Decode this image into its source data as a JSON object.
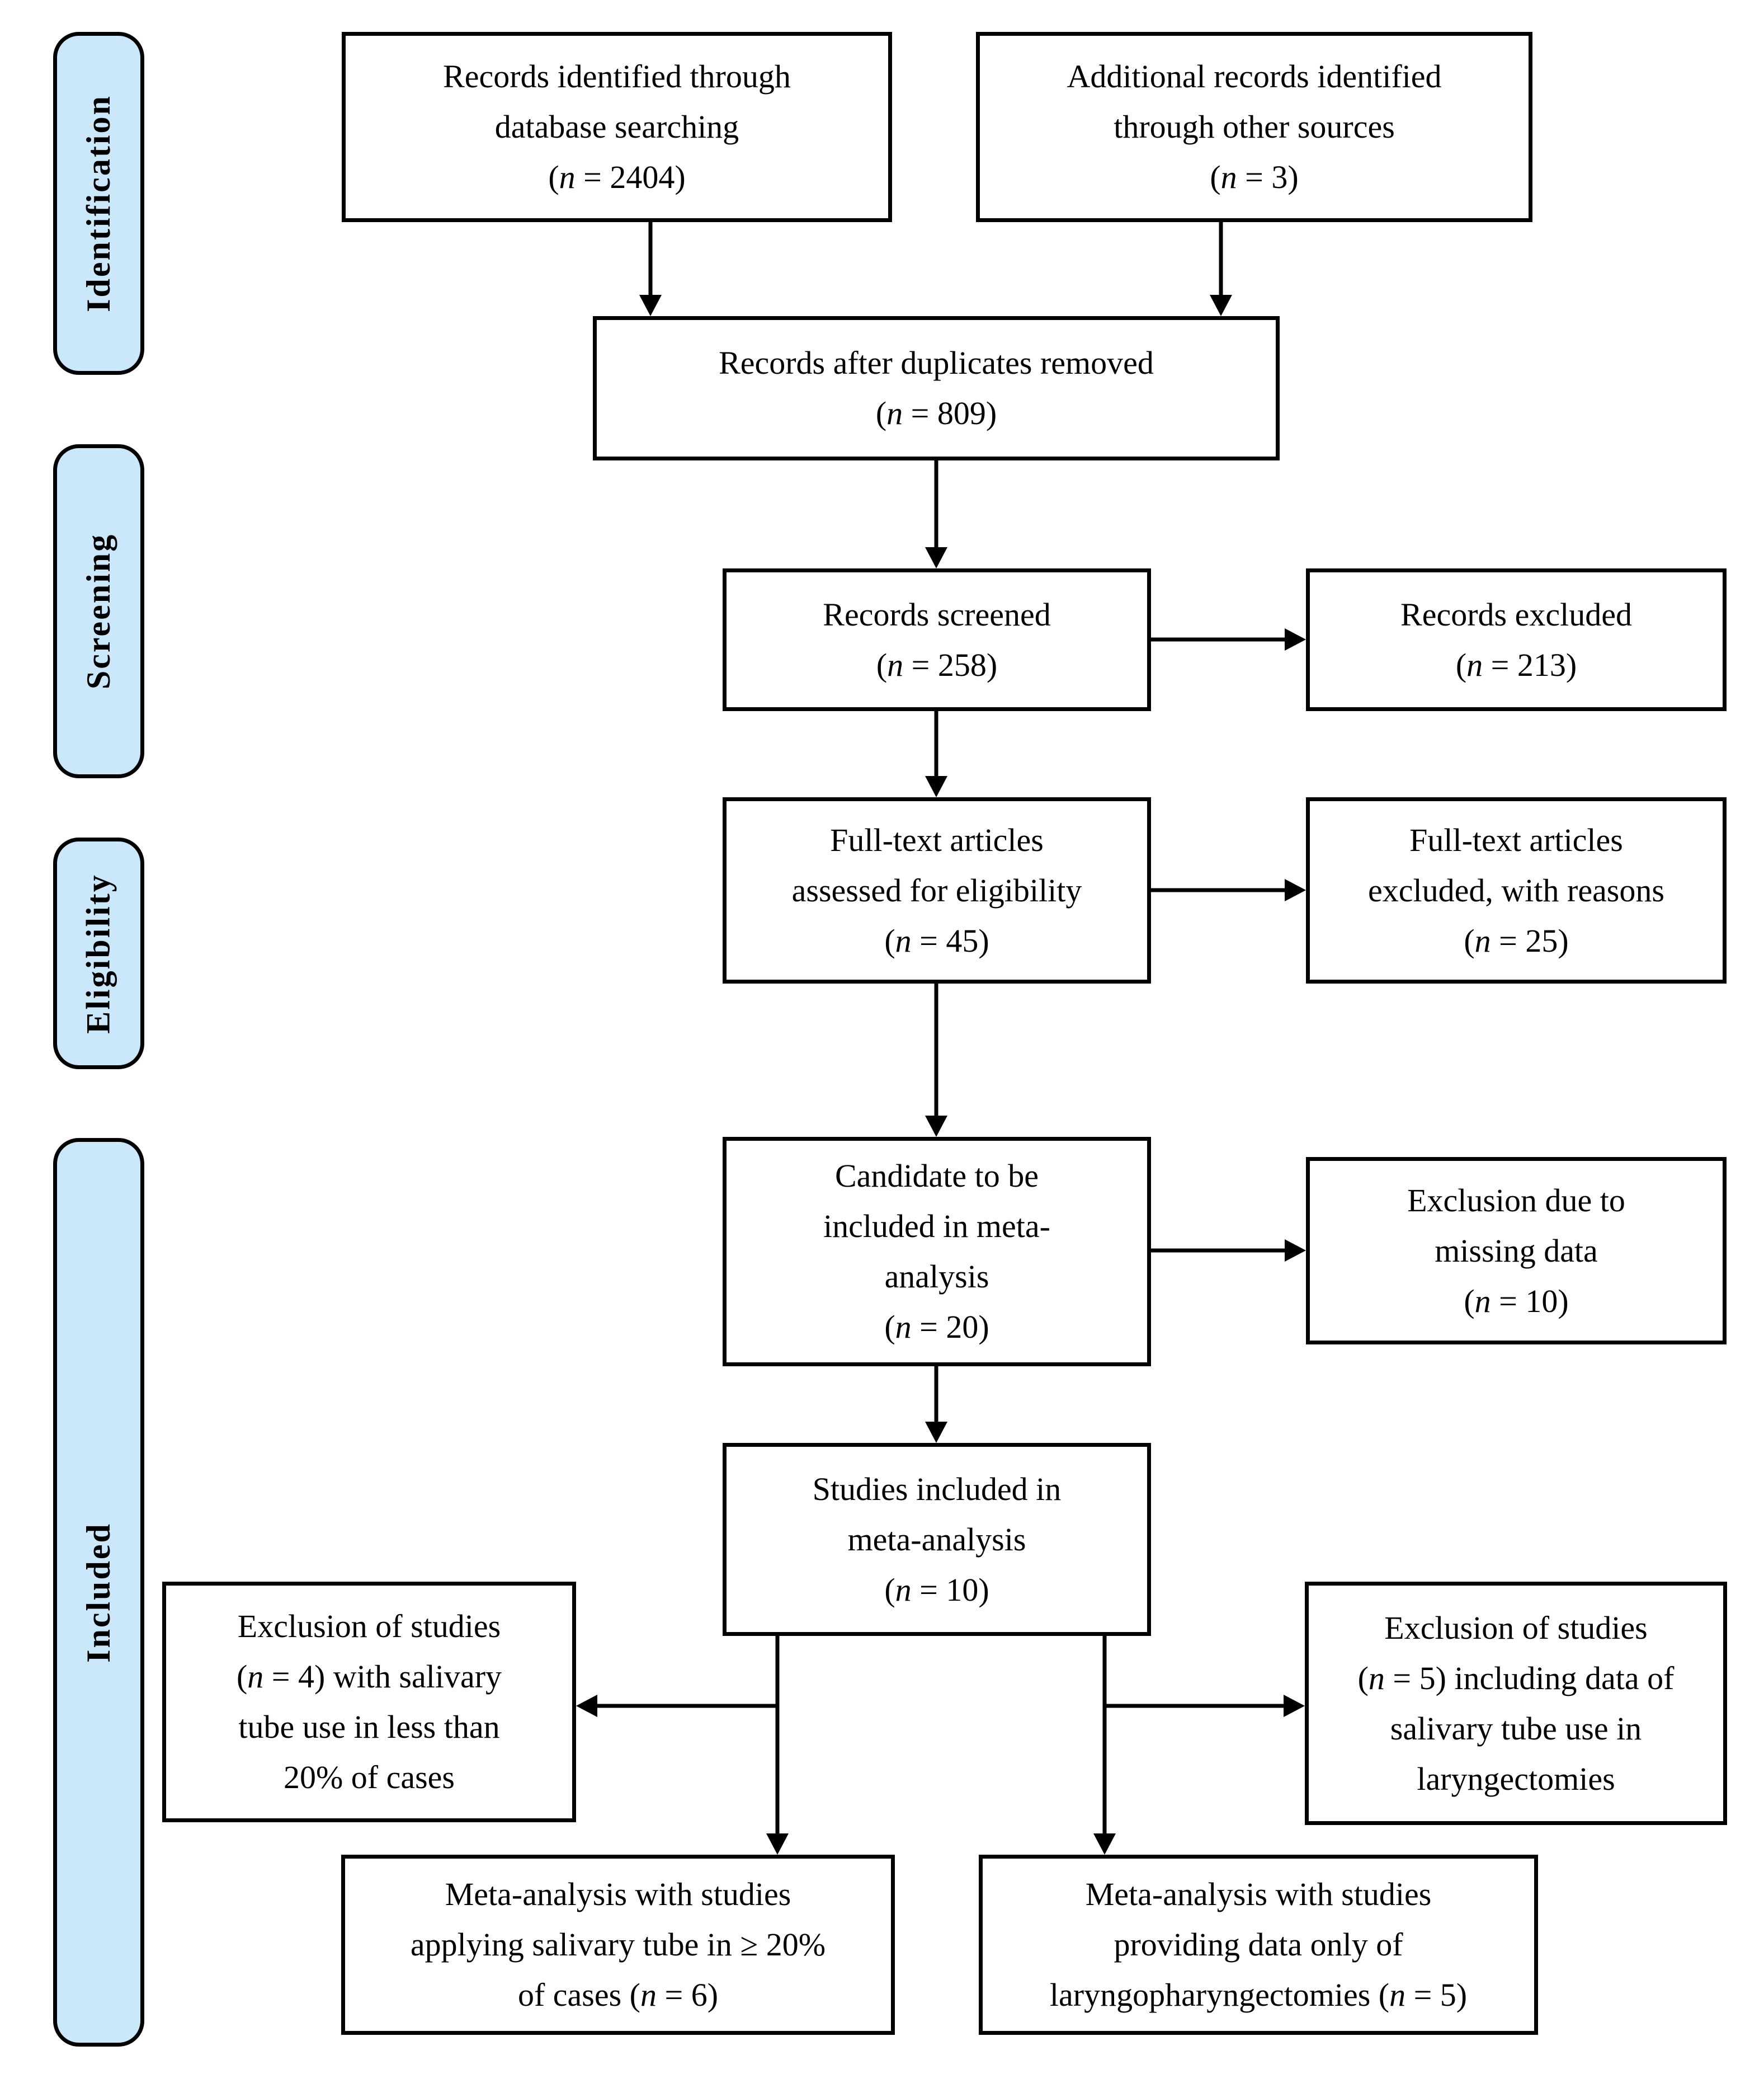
{
  "colors": {
    "stage_fill": "#cbe8fb",
    "box_fill": "#ffffff",
    "line_color": "#000000",
    "text_color": "#000000",
    "background": "#ffffff"
  },
  "sidebar": {
    "stages": [
      {
        "label": "Identification"
      },
      {
        "label": "Screening"
      },
      {
        "label": "Eligibility"
      },
      {
        "label": "Included"
      }
    ]
  },
  "boxes": {
    "records_identified": {
      "lines": [
        "Records identified through",
        "database searching",
        "(n = 2404)"
      ]
    },
    "additional_records": {
      "lines": [
        "Additional records identified",
        "through other sources",
        "(n = 3)"
      ]
    },
    "after_duplicates": {
      "lines": [
        "Records after duplicates removed",
        "(n = 809)"
      ]
    },
    "screened": {
      "lines": [
        "Records screened",
        "(n = 258)"
      ]
    },
    "records_excluded": {
      "lines": [
        "Records excluded",
        "(n = 213)"
      ]
    },
    "fulltext_assessed": {
      "lines": [
        "Full-text articles",
        "assessed for eligibility",
        "(n = 45)"
      ]
    },
    "fulltext_excluded": {
      "lines": [
        "Full-text articles",
        "excluded, with reasons",
        "(n = 25)"
      ]
    },
    "candidate_meta": {
      "lines": [
        "Candidate to be",
        "included in meta-",
        "analysis",
        "(n = 20)"
      ]
    },
    "missing_data": {
      "lines": [
        "Exclusion due to",
        "missing data",
        "(n = 10)"
      ]
    },
    "included_meta": {
      "lines": [
        "Studies included in",
        "meta-analysis",
        "(n = 10)"
      ]
    },
    "excluded_salivary_lt20": {
      "lines": [
        "Exclusion of studies",
        "(n = 4) with salivary",
        "tube use in less than",
        "20% of cases"
      ]
    },
    "excluded_laryngectomy_data": {
      "lines": [
        "Exclusion of studies",
        "(n = 5) including data of",
        "salivary tube use in",
        "laryngectomies"
      ]
    },
    "meta_salivary_ge20": {
      "lines": [
        "Meta-analysis with studies",
        "applying salivary tube in ≥ 20%",
        "of cases (n = 6)"
      ]
    },
    "meta_laryngopharyngectomy": {
      "lines": [
        "Meta-analysis with studies",
        "providing data only of",
        "laryngopharyngectomies (n = 5)"
      ]
    }
  }
}
